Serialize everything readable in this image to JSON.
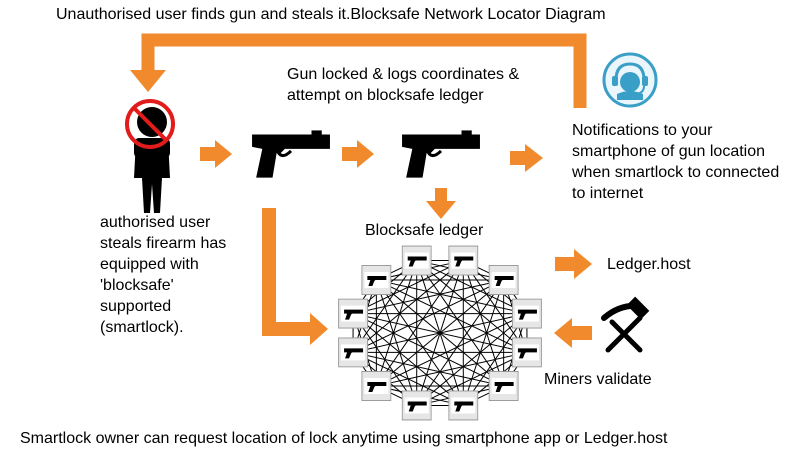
{
  "title": "Unauthorised user finds gun and steals it.Blocksafe Network Locator Diagram",
  "step_lock": "Gun locked & logs coordinates & attempt on blocksafe ledger",
  "notification": "Notifications to your smartphone of gun location when smartlock to connected to internet",
  "ledger_label": "Blocksafe ledger",
  "ledger_host": "Ledger.host",
  "miners": "Miners validate",
  "thief_caption": "authorised user steals firearm has equipped with 'blocksafe' supported (smartlock).",
  "footer": "Smartlock owner can request location of lock anytime using smartphone app or Ledger.host",
  "colors": {
    "arrow": "#f08a2c",
    "prohibit": "#e21b1b",
    "agent": "#3a9fc7",
    "node_bg": "#e6e6e6"
  },
  "icons": [
    "prohibited-person-icon",
    "gun-icon",
    "support-agent-icon",
    "pickaxe-hammer-icon",
    "network-node-icon"
  ]
}
